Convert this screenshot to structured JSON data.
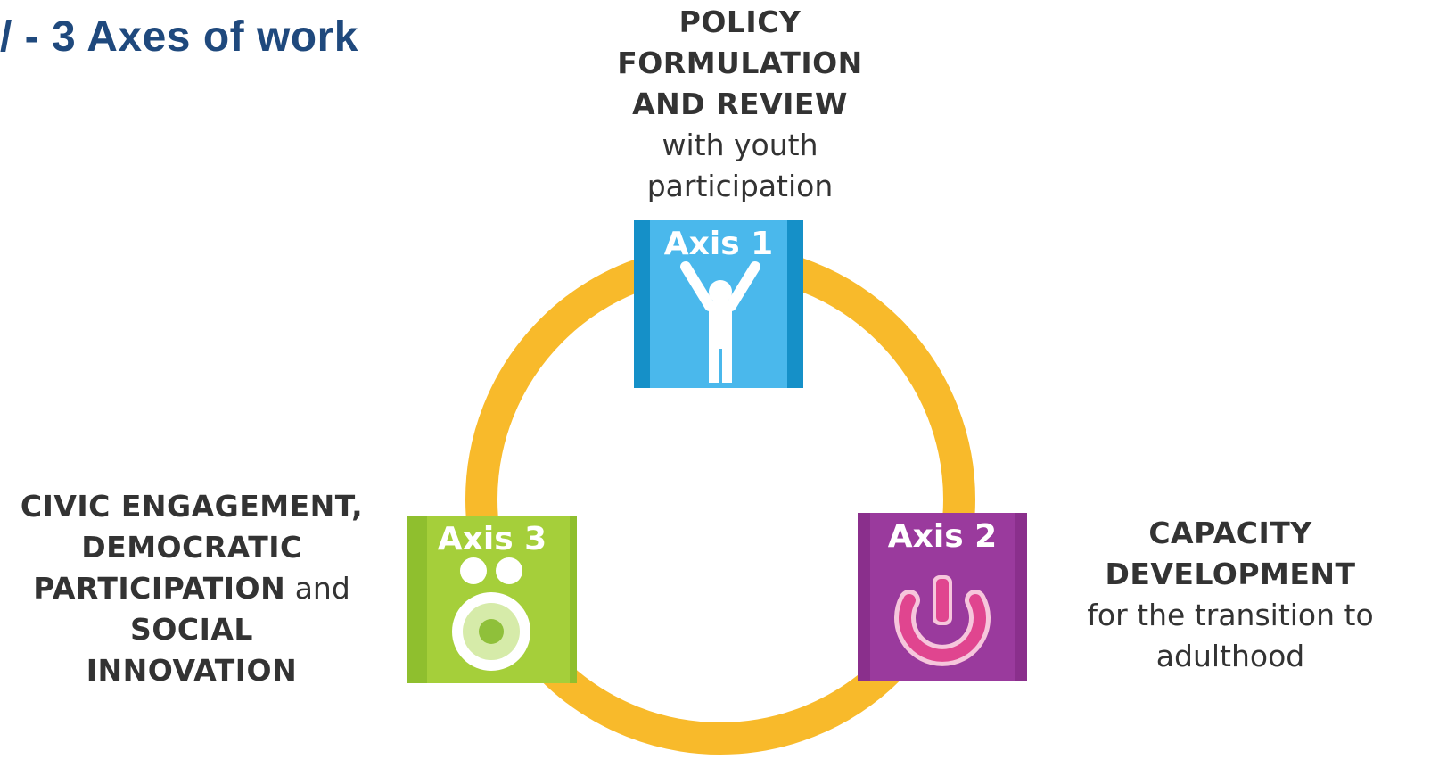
{
  "title": "/ - 3 Axes of work",
  "colors": {
    "title": "#1f497d",
    "ring": "#f8ba2b",
    "axis1": "#1e9fd9",
    "axis2": "#8a2f8c",
    "axis3": "#8fbf2e"
  },
  "axis1": {
    "badge": "Axis 1",
    "icon": "person-arms-raised-icon",
    "label": {
      "bold_lines": [
        "POLICY",
        "FORMULATION",
        "AND REVIEW"
      ],
      "normal_lines": [
        "with youth",
        "participation"
      ]
    }
  },
  "axis2": {
    "badge": "Axis 2",
    "icon": "power-icon",
    "label": {
      "bold_lines": [
        "CAPACITY",
        "DEVELOPMENT"
      ],
      "normal_lines": [
        "for the transition to",
        "adulthood"
      ]
    }
  },
  "axis3": {
    "badge": "Axis 3",
    "icon": "face-circle-icon",
    "label": {
      "line1": "CIVIC ENGAGEMENT,",
      "line2": "DEMOCRATIC",
      "line3_bold": "PARTICIPATION",
      "line3_normal": " and",
      "line4": "SOCIAL",
      "line5": "INNOVATION"
    }
  }
}
